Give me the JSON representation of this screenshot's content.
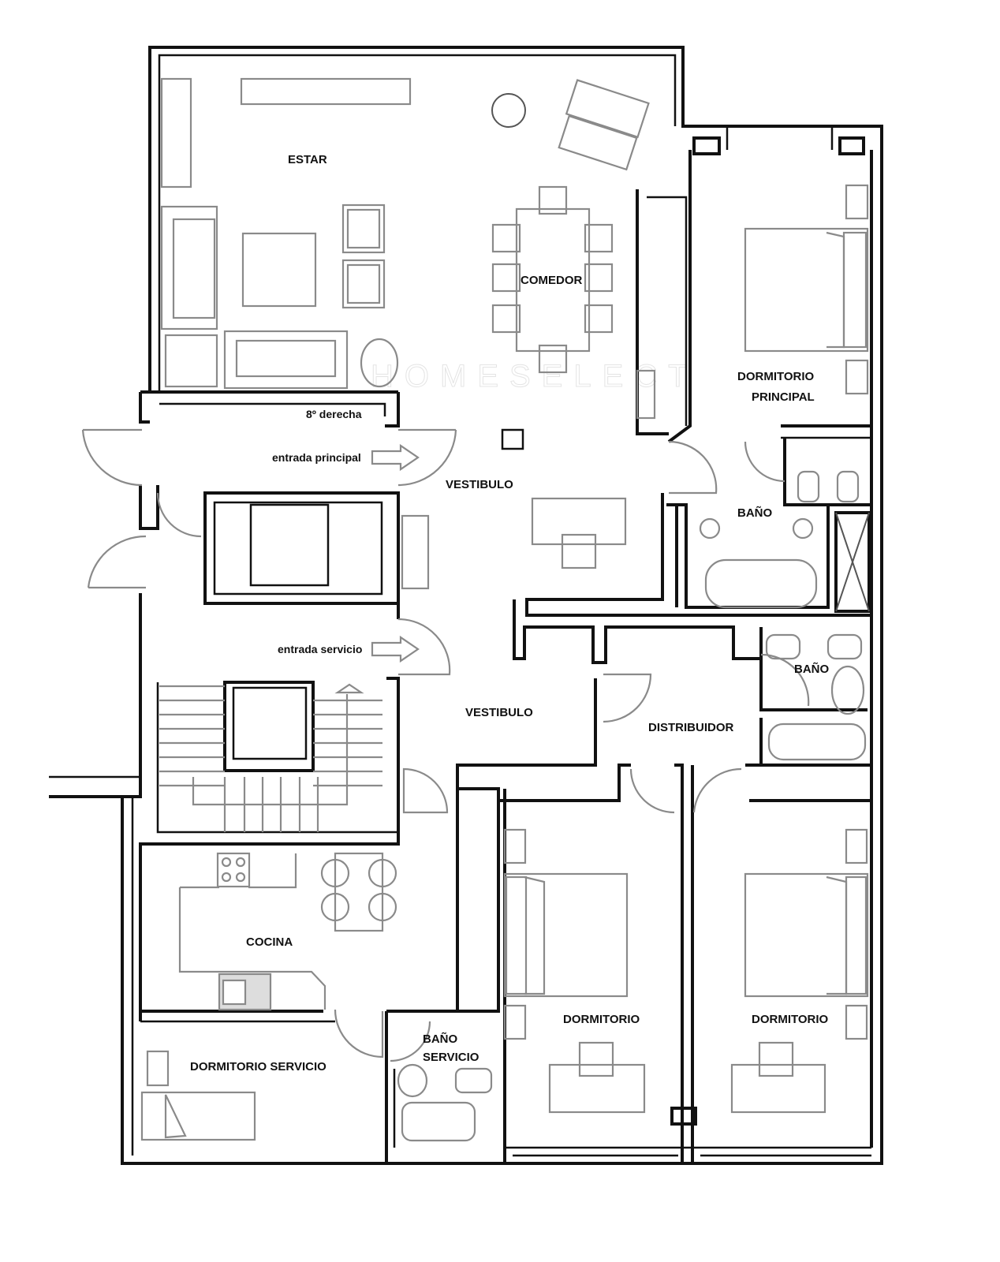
{
  "watermark": "HOMESELECT",
  "rooms": {
    "estar": "ESTAR",
    "comedor": "COMEDOR",
    "dormitorio_principal_1": "DORMITORIO",
    "dormitorio_principal_2": "PRINCIPAL",
    "planta": "8º derecha",
    "entrada_principal": "entrada principal",
    "vestibulo_1": "VESTIBULO",
    "bano_1": "BAÑO",
    "entrada_servicio": "entrada servicio",
    "vestibulo_2": "VESTIBULO",
    "distribuidor": "DISTRIBUIDOR",
    "bano_2": "BAÑO",
    "cocina": "COCINA",
    "bano_servicio_1": "BAÑO",
    "bano_servicio_2": "SERVICIO",
    "dormitorio_servicio": "DORMITORIO SERVICIO",
    "dormitorio_1": "DORMITORIO",
    "dormitorio_2": "DORMITORIO"
  }
}
